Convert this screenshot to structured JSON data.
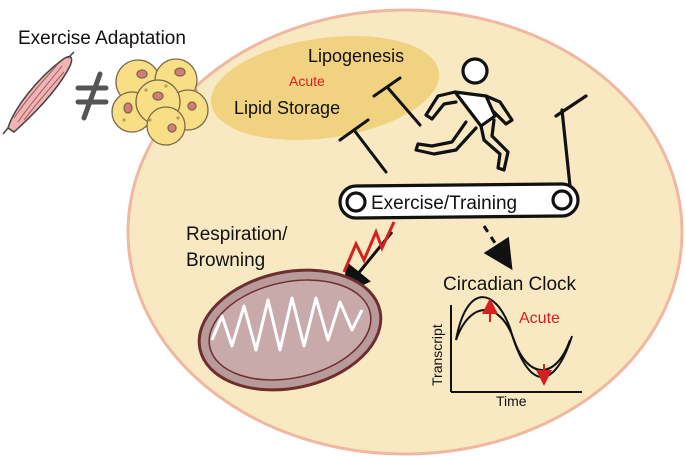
{
  "title": "Exercise Adaptation",
  "labels": {
    "lipogenesis": "Lipogenesis",
    "acute_top": "Acute",
    "lipid_storage": "Lipid Storage",
    "exercise_training": "Exercise/Training",
    "respiration_line1": "Respiration/",
    "respiration_line2": "Browning",
    "circadian_clock": "Circadian Clock",
    "transcript_axis": "Transcript",
    "time_axis": "Time",
    "acute_graph": "Acute"
  },
  "symbols": {
    "not_equal": "not-equal-icon",
    "muscle": "muscle-icon",
    "adipocytes": "adipocyte-cluster-icon",
    "runner": "runner-icon",
    "treadmill": "treadmill-icon",
    "mitochondrion": "mitochondrion-icon"
  },
  "colors": {
    "cell_fill": "#f8e9c2",
    "cell_stroke": "#f0b8a0",
    "lipid_oval": "#f0d281",
    "accent_red": "#d42020",
    "mito_fill": "#b99a9a",
    "mito_stroke": "#6e2e2e",
    "muscle_fill": "#f2b3b3",
    "adipocyte_fill": "#f8df86",
    "adipocyte_nucleus": "#d87a7a"
  }
}
